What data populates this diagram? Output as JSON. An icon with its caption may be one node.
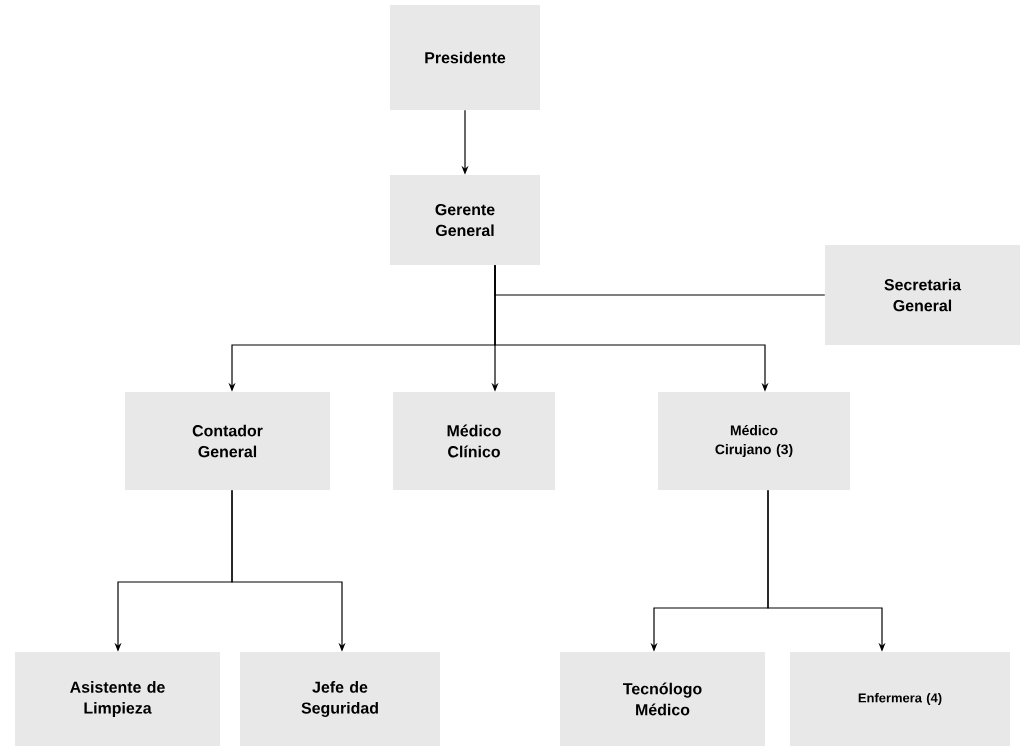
{
  "diagram": {
    "nodes": [
      {
        "text": [
          "Presidente"
        ]
      },
      {
        "text": [
          "Gerente General"
        ]
      },
      {
        "text": [
          "Secretaria General"
        ]
      },
      {
        "text": [
          "Contador General"
        ]
      },
      {
        "text": [
          "Médico Clínico"
        ]
      },
      {
        "text": [
          "Médico Cirujano (3)"
        ]
      },
      {
        "text": [
          "Asistente de Limpieza"
        ]
      },
      {
        "text": [
          "Jefe de Seguridad"
        ]
      },
      {
        "text": [
          "Tecnólogo Médico"
        ]
      },
      {
        "text": [
          "Enfermera (4)"
        ]
      }
    ],
    "edges": [
      {
        "from": 0,
        "to": 1,
        "arrow": "to"
      },
      {
        "from": 1,
        "to": 2,
        "arrow": "none"
      },
      {
        "from": 1,
        "to": 3,
        "arrow": "to"
      },
      {
        "from": 1,
        "to": 4,
        "arrow": "to"
      },
      {
        "from": 1,
        "to": 5,
        "arrow": "to"
      },
      {
        "from": 3,
        "to": 6,
        "arrow": "to"
      },
      {
        "from": 3,
        "to": 7,
        "arrow": "to"
      },
      {
        "from": 5,
        "to": 8,
        "arrow": "to"
      },
      {
        "from": 5,
        "to": 9,
        "arrow": "to"
      }
    ]
  }
}
